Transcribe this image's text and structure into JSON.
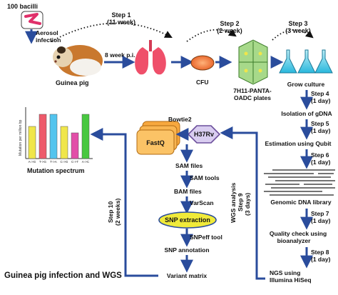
{
  "figure_title": "Guinea pig infection and WGS",
  "inoculum": {
    "count": "100 bacilli",
    "route_line1": "Aerosol",
    "route_line2": "infection"
  },
  "animal": "Guinea pig",
  "timepoint": "8 week p.i.",
  "nodes": {
    "cfu": "CFU",
    "plates_line1": "7H11-PANTA-",
    "plates_line2": "OADC plates",
    "grow_culture": "Grow culture",
    "isolation": "Isolation of gDNA",
    "estimation": "Estimation using Qubit",
    "library": "Genomic DNA library",
    "qc_line1": "Quality check using",
    "qc_line2": "bioanalyzer",
    "ngs_line1": "NGS using",
    "ngs_line2": "Illumina HiSeq"
  },
  "steps": [
    {
      "label": "Step 1",
      "duration": "(11 week)"
    },
    {
      "label": "Step 2",
      "duration": "(2 week)"
    },
    {
      "label": "Step 3",
      "duration": "(3 week)"
    },
    {
      "label": "Step 4",
      "duration": "(1 day)"
    },
    {
      "label": "Step 5",
      "duration": "(1 day)"
    },
    {
      "label": "Step 6",
      "duration": "(1 day)"
    },
    {
      "label": "Step 7",
      "duration": "(1 day)"
    },
    {
      "label": "Step 8",
      "duration": "(1 day)"
    },
    {
      "label": "Step 9",
      "duration": "(3 days)"
    },
    {
      "label": "Step 10",
      "duration": "(2 weeks)"
    }
  ],
  "wgs_analysis": "WGS analysis",
  "pipeline": {
    "fastq": "FastQ",
    "bowtie": "Bowtie2",
    "reference": "H37Rv",
    "sam_files": "SAM files",
    "sam_tools": "SAM tools",
    "bam_files": "BAM files",
    "varscan": "VarScan",
    "snp_extraction": "SNP extraction",
    "snpeff": "SNPeff tool",
    "snp_annotation": "SNP annotation",
    "variant_matrix": "Variant matrix"
  },
  "chart_data": {
    "type": "bar",
    "title": "Mutation spectrum",
    "ylabel": "Mutation per million bp",
    "categories": [
      "A->G",
      "T->G",
      "T->A",
      "C->G",
      "C->T",
      "A->C"
    ],
    "values": [
      0.45,
      0.62,
      0.62,
      0.45,
      0.36,
      0.62
    ],
    "colors": [
      "#f0e64a",
      "#ee5a6a",
      "#52c4ee",
      "#f0e64a",
      "#e24fa8",
      "#48c840"
    ],
    "ylim": [
      0,
      0.7
    ]
  }
}
